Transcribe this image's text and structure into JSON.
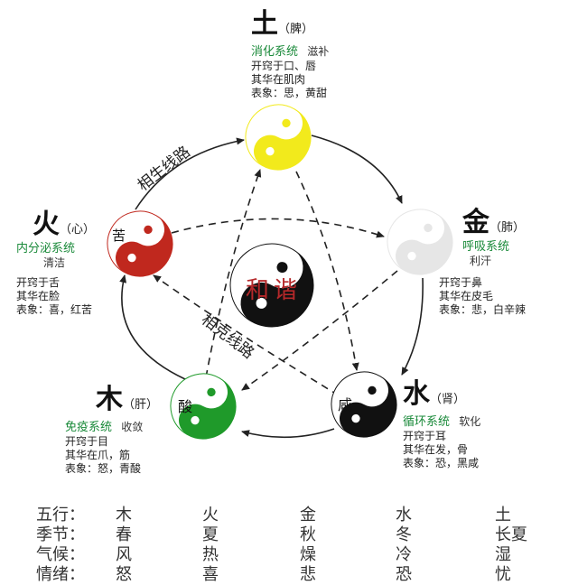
{
  "center": {
    "text_left": "和",
    "text_right": "谐"
  },
  "path_labels": {
    "generating": "相生线路",
    "restraining": "相克线路"
  },
  "elements": [
    {
      "key": "earth",
      "title": "土",
      "organ": "（脾）",
      "system": "消化系统",
      "aux": "滋补",
      "symbol_char": "",
      "lines": [
        "开窍于口、唇",
        "其华在肌肉",
        "表象：思，黄甜"
      ],
      "color": "#f2ea1c"
    },
    {
      "key": "metal",
      "title": "金",
      "organ": "（肺）",
      "system": "呼吸系统",
      "aux": "利汗",
      "symbol_char": "",
      "lines": [
        "开窍于鼻",
        "其华在皮毛",
        "表象：悲，白辛辣"
      ],
      "color": "#e6e6e6"
    },
    {
      "key": "water",
      "title": "水",
      "organ": "（肾）",
      "system": "循环系统",
      "aux": "软化",
      "symbol_char": "咸",
      "lines": [
        "开窍于耳",
        "其华在发，骨",
        "表象：恐，黑咸"
      ],
      "color": "#111111"
    },
    {
      "key": "wood",
      "title": "木",
      "organ": "（肝）",
      "system": "免疫系统",
      "aux": "收敛",
      "symbol_char": "酸",
      "lines": [
        "开窍于目",
        "其华在爪，筋",
        "表象：怒，青酸"
      ],
      "color": "#1f9a2a"
    },
    {
      "key": "fire",
      "title": "火",
      "organ": "（心）",
      "system": "内分泌系统",
      "aux": "清洁",
      "symbol_char": "苦",
      "lines": [
        "开窍于舌",
        "其华在脸",
        "表象：喜，红苦"
      ],
      "color": "#c0281e"
    }
  ],
  "table": {
    "rows": [
      {
        "label": "五行：",
        "cells": [
          "木",
          "火",
          "金",
          "水",
          "土"
        ]
      },
      {
        "label": "季节：",
        "cells": [
          "春",
          "夏",
          "秋",
          "冬",
          "长夏"
        ]
      },
      {
        "label": "气候：",
        "cells": [
          "风",
          "热",
          "燥",
          "冷",
          "湿"
        ]
      },
      {
        "label": "情绪：",
        "cells": [
          "怒",
          "喜",
          "悲",
          "恐",
          "忧"
        ]
      }
    ]
  }
}
